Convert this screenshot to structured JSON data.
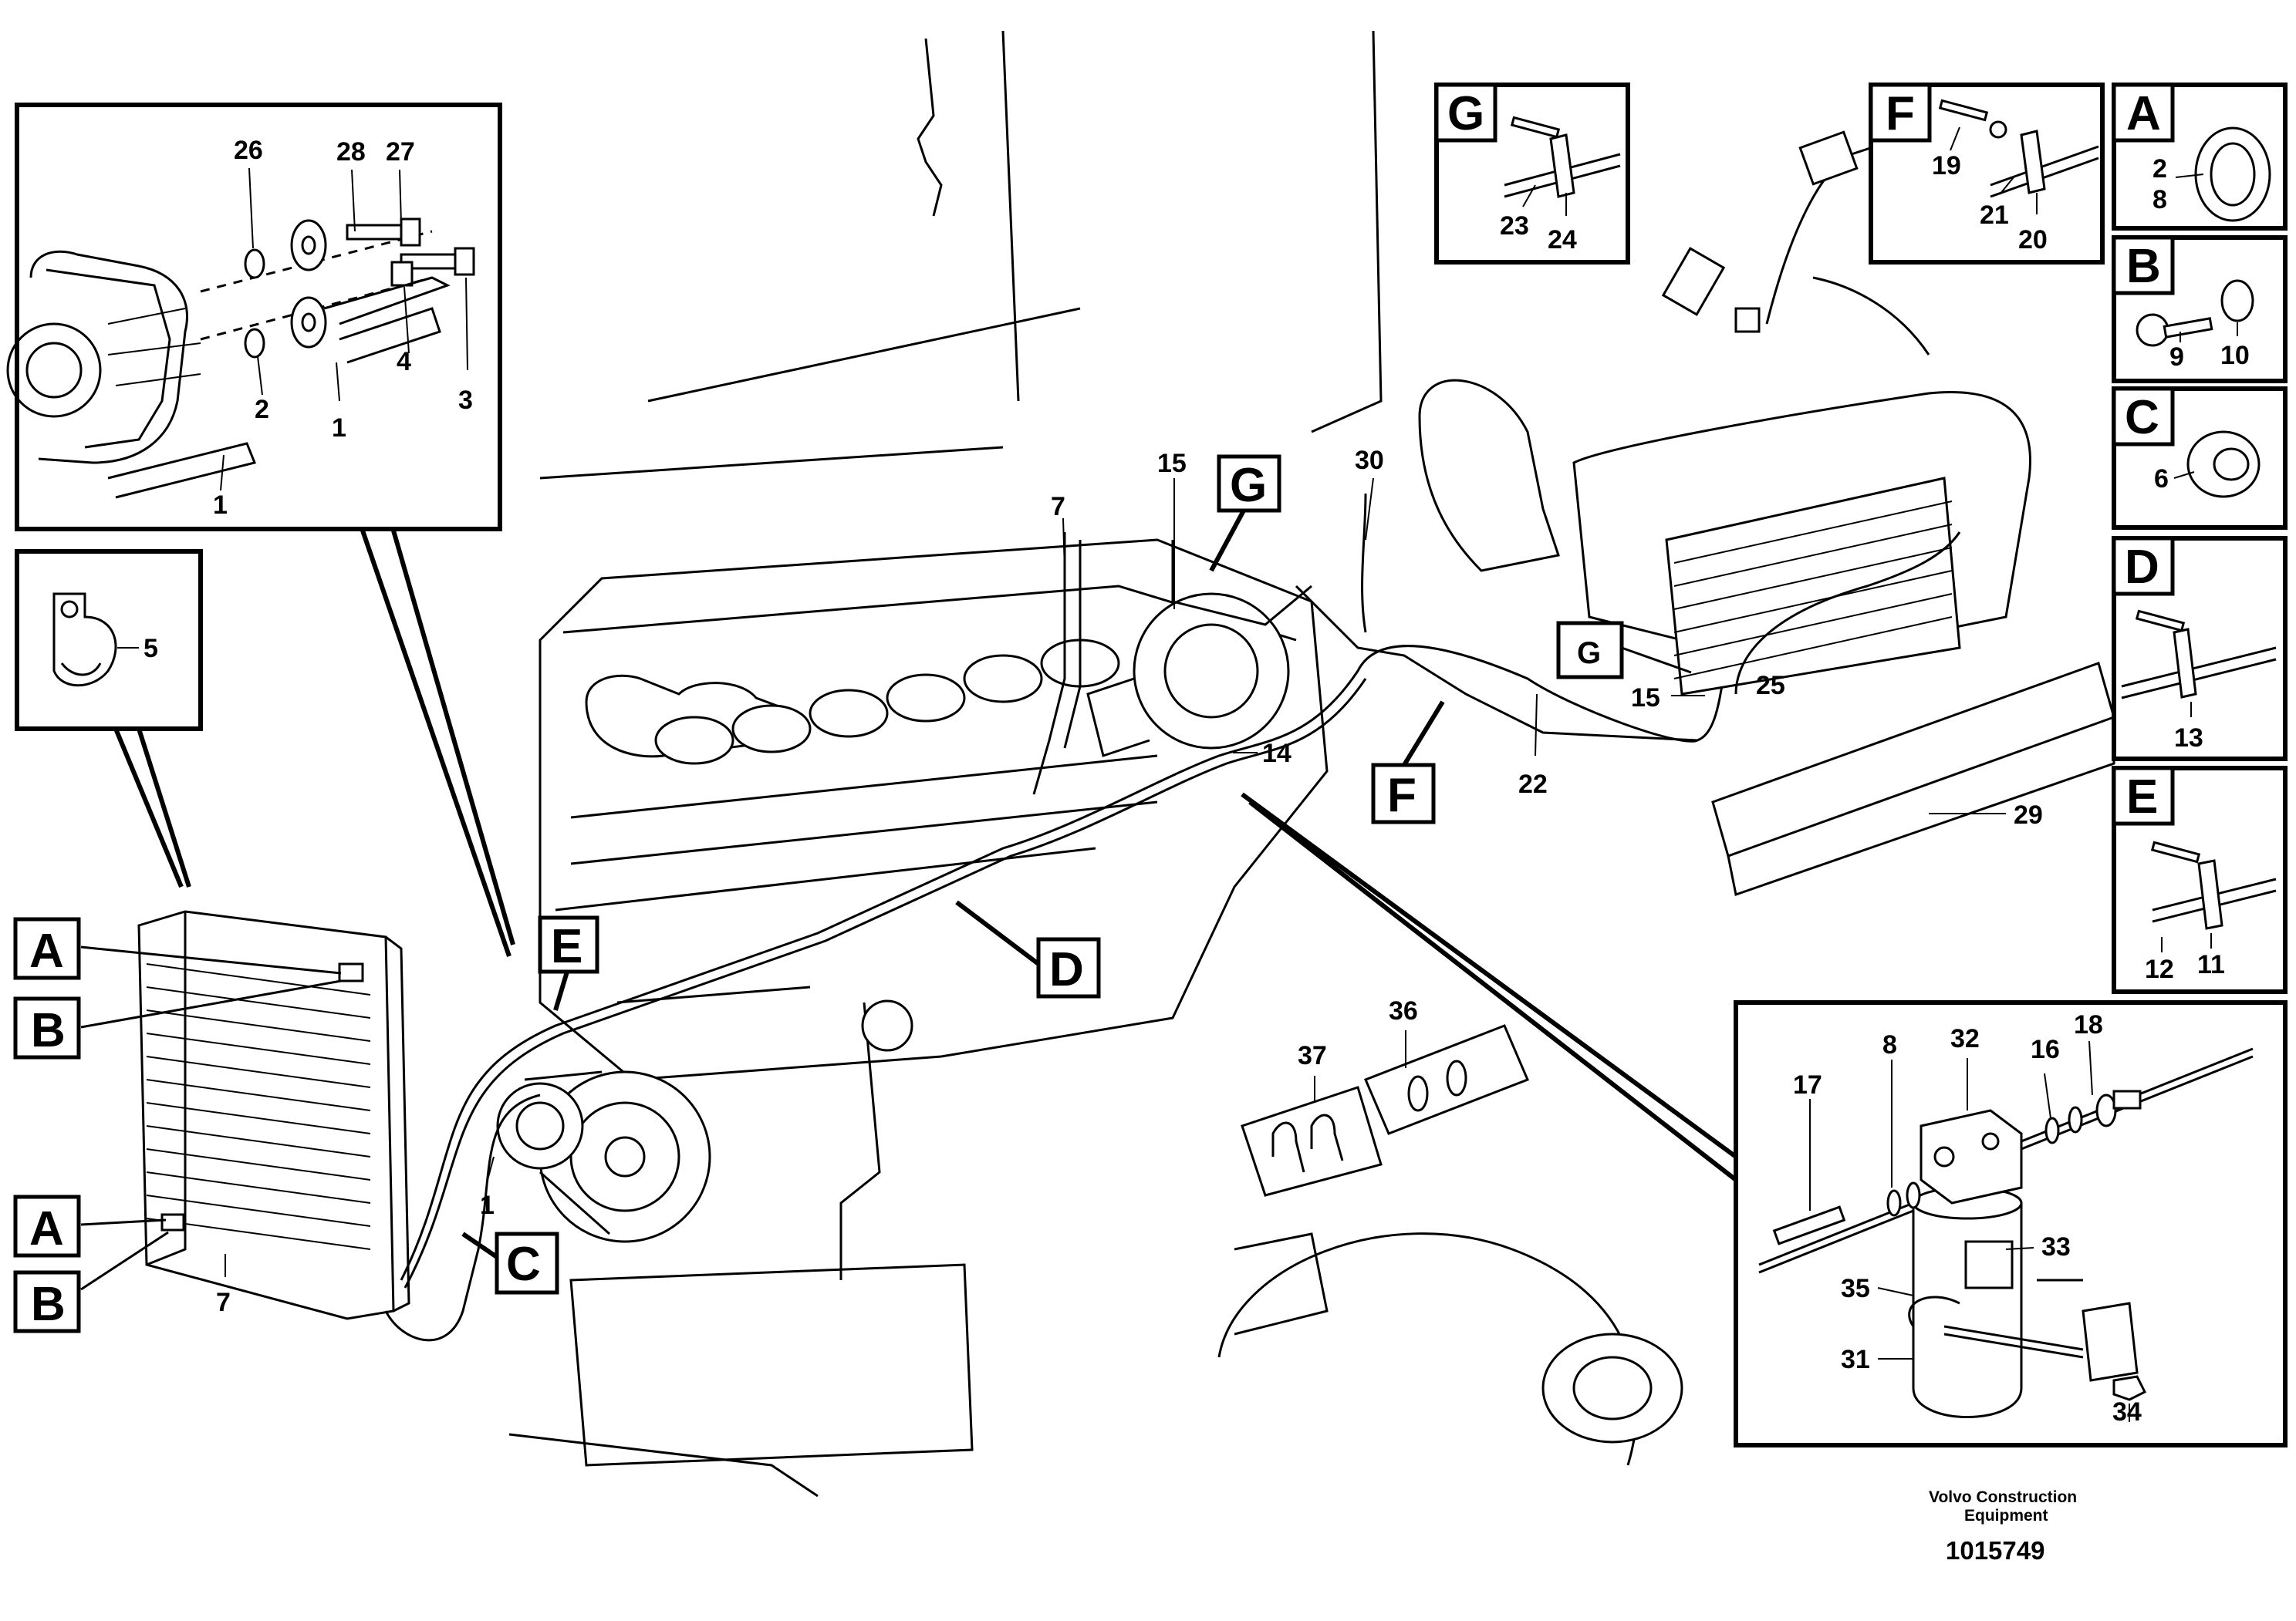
{
  "callouts": {
    "c1a": "1",
    "c1b": "1",
    "c1c": "1",
    "c2a": "2",
    "c3a": "3",
    "c4a": "4",
    "c5a": "5",
    "c6a": "6",
    "c7a": "7",
    "c7b": "7",
    "c8a": "8",
    "c9a": "9",
    "c10a": "10",
    "c11a": "11",
    "c12a": "12",
    "c13a": "13",
    "c14a": "14",
    "c15a": "15",
    "c15b": "15",
    "c16a": "16",
    "c17a": "17",
    "c18a": "18",
    "c19a": "19",
    "c20a": "20",
    "c21a": "21",
    "c22a": "22",
    "c23a": "23",
    "c24a": "24",
    "c25a": "25",
    "c26a": "26",
    "c27a": "27",
    "c28a": "28",
    "c29a": "29",
    "c30a": "30",
    "c31a": "31",
    "c32a": "32",
    "c33a": "33",
    "c34a": "34",
    "c35a": "35",
    "c36a": "36",
    "c37a": "37",
    "pA2": "2",
    "pA8": "8"
  },
  "letters": {
    "A": "A",
    "B": "B",
    "C": "C",
    "D": "D",
    "E": "E",
    "F": "F",
    "G": "G"
  },
  "footer": {
    "credit_line1": "Volvo Construction",
    "credit_line2": "Equipment",
    "doc_number": "1015749"
  }
}
